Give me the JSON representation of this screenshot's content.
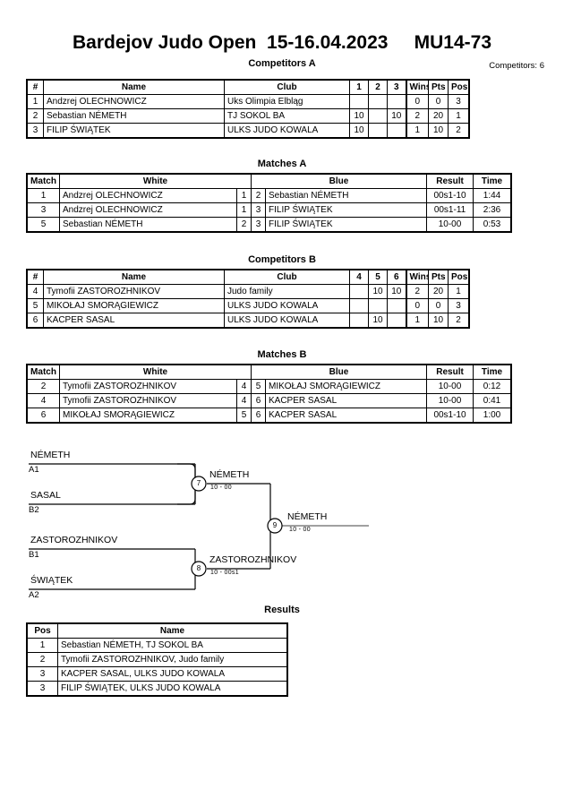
{
  "header": {
    "title": "Bardejov Judo Open  15-16.04.2023     MU14-73",
    "event_name": "Bardejov Judo Open",
    "event_date": "15-16.04.2023",
    "category": "MU14-73",
    "subtitle": "Competitors A",
    "competitors_count_label": "Competitors: 6"
  },
  "pools": [
    {
      "caption": "Competitors A",
      "columns": [
        "#",
        "Name",
        "Club",
        "1",
        "2",
        "3",
        "Wins",
        "Pts",
        "Pos"
      ],
      "rows": [
        {
          "num": "1",
          "name": "Andzrej OLECHNOWICZ",
          "club": "Uks Olimpia Elbląg",
          "m1": "",
          "m2": "",
          "m3": "",
          "wins": "0",
          "pts": "0",
          "pos": "3"
        },
        {
          "num": "2",
          "name": "Sebastian NÉMETH",
          "club": "TJ SOKOL BA",
          "m1": "10",
          "m2": "",
          "m3": "10",
          "wins": "2",
          "pts": "20",
          "pos": "1"
        },
        {
          "num": "3",
          "name": "FILIP ŚWIĄTEK",
          "club": "ULKS JUDO KOWALA",
          "m1": "10",
          "m2": "",
          "m3": "",
          "wins": "1",
          "pts": "10",
          "pos": "2"
        }
      ]
    },
    {
      "caption": "Competitors B",
      "columns": [
        "#",
        "Name",
        "Club",
        "4",
        "5",
        "6",
        "Wins",
        "Pts",
        "Pos"
      ],
      "rows": [
        {
          "num": "4",
          "name": "Tymofii ZASTOROZHNIKOV",
          "club": "Judo family",
          "m1": "",
          "m2": "10",
          "m3": "10",
          "wins": "2",
          "pts": "20",
          "pos": "1"
        },
        {
          "num": "5",
          "name": "MIKOŁAJ SMORĄGIEWICZ",
          "club": "ULKS JUDO KOWALA",
          "m1": "",
          "m2": "",
          "m3": "",
          "wins": "0",
          "pts": "0",
          "pos": "3"
        },
        {
          "num": "6",
          "name": "KACPER SASAL",
          "club": "ULKS JUDO KOWALA",
          "m1": "",
          "m2": "10",
          "m3": "",
          "wins": "1",
          "pts": "10",
          "pos": "2"
        }
      ]
    }
  ],
  "matches": [
    {
      "caption": "Matches A",
      "columns": [
        "Match",
        "White",
        "Blue",
        "Result",
        "Time"
      ],
      "rows": [
        {
          "match": "1",
          "white": "Andzrej OLECHNOWICZ",
          "white_seed": "1",
          "blue_seed": "2",
          "blue": "Sebastian NÉMETH",
          "result": "00s1-10",
          "time": "1:44"
        },
        {
          "match": "3",
          "white": "Andzrej OLECHNOWICZ",
          "white_seed": "1",
          "blue_seed": "3",
          "blue": "FILIP ŚWIĄTEK",
          "result": "00s1-11",
          "time": "2:36"
        },
        {
          "match": "5",
          "white": "Sebastian NÉMETH",
          "white_seed": "2",
          "blue_seed": "3",
          "blue": "FILIP ŚWIĄTEK",
          "result": "10-00",
          "time": "0:53"
        }
      ]
    },
    {
      "caption": "Matches B",
      "columns": [
        "Match",
        "White",
        "Blue",
        "Result",
        "Time"
      ],
      "rows": [
        {
          "match": "2",
          "white": "Tymofii ZASTOROZHNIKOV",
          "white_seed": "4",
          "blue_seed": "5",
          "blue": "MIKOŁAJ SMORĄGIEWICZ",
          "result": "10-00",
          "time": "0:12"
        },
        {
          "match": "4",
          "white": "Tymofii ZASTOROZHNIKOV",
          "white_seed": "4",
          "blue_seed": "6",
          "blue": "KACPER SASAL",
          "result": "10-00",
          "time": "0:41"
        },
        {
          "match": "6",
          "white": "MIKOŁAJ SMORĄGIEWICZ",
          "white_seed": "5",
          "blue_seed": "6",
          "blue": "KACPER SASAL",
          "result": "00s1-10",
          "time": "1:00"
        }
      ]
    }
  ],
  "bracket": {
    "entries": [
      {
        "name": "NÉMETH",
        "seed": "A1"
      },
      {
        "name": "SASAL",
        "seed": "B2"
      },
      {
        "name": "ZASTOROZHNIKOV",
        "seed": "B1"
      },
      {
        "name": "ŚWIĄTEK",
        "seed": "A2"
      }
    ],
    "nodes": [
      {
        "number": "7",
        "winner": "NÉMETH",
        "score": "10 - 00"
      },
      {
        "number": "8",
        "winner": "ZASTOROZHNIKOV",
        "score": "10 - 00s1"
      },
      {
        "number": "9",
        "winner": "NÉMETH",
        "score": "10 - 00"
      }
    ]
  },
  "results": {
    "caption": "Results",
    "columns": [
      "Pos",
      "Name"
    ],
    "rows": [
      {
        "pos": "1",
        "name": "Sebastian NÉMETH, TJ SOKOL BA"
      },
      {
        "pos": "2",
        "name": "Tymofii ZASTOROZHNIKOV, Judo family"
      },
      {
        "pos": "3",
        "name": "KACPER SASAL, ULKS JUDO KOWALA"
      },
      {
        "pos": "3",
        "name": "FILIP ŚWIĄTEK, ULKS JUDO KOWALA"
      }
    ]
  }
}
